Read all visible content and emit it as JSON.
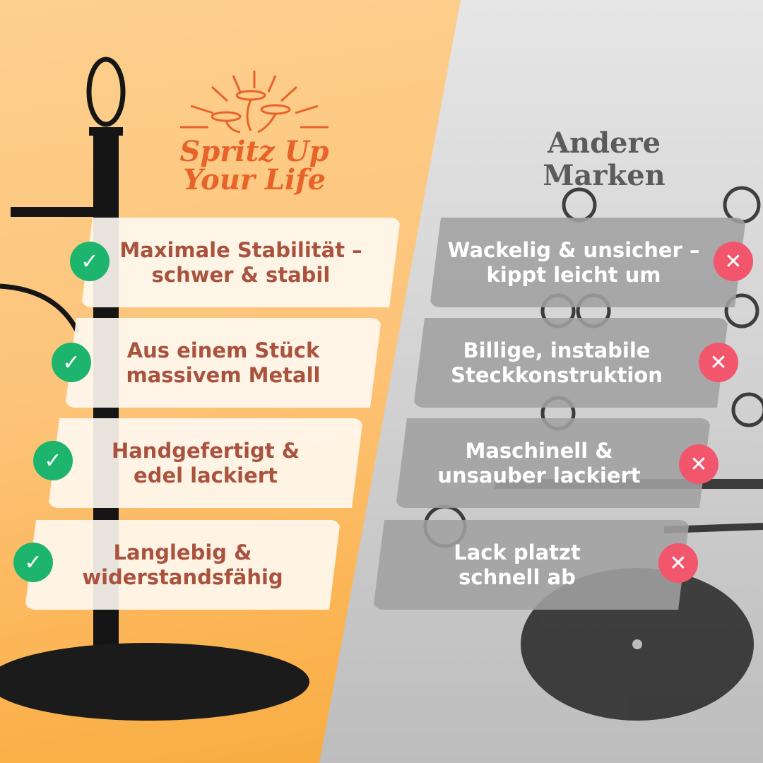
{
  "brand": {
    "logo_text_line1": "Spritz Up",
    "logo_text_line2": "Your Life"
  },
  "competitor": {
    "title_line1": "Andere",
    "title_line2": "Marken"
  },
  "pros": [
    {
      "line1": "Maximale Stabilität –",
      "line2": "schwer & stabil",
      "icon": "check-icon"
    },
    {
      "line1": "Aus einem Stück",
      "line2": "massivem Metall",
      "icon": "check-icon"
    },
    {
      "line1": "Handgefertigt &",
      "line2": "edel lackiert",
      "icon": "check-icon"
    },
    {
      "line1": "Langlebig &",
      "line2": "widerstandsfähig",
      "icon": "check-icon"
    }
  ],
  "cons": [
    {
      "line1": "Wackelig & unsicher –",
      "line2": "kippt leicht um",
      "icon": "x-icon"
    },
    {
      "line1": "Billige, instabile",
      "line2": "Steckkonstruktion",
      "icon": "x-icon"
    },
    {
      "line1": "Maschinell &",
      "line2": "unsauber lackiert",
      "icon": "x-icon"
    },
    {
      "line1": "Lack platzt",
      "line2": "schnell ab",
      "icon": "x-icon"
    }
  ],
  "colors": {
    "check": "#1db56e",
    "cross": "#f2566c",
    "pro_text": "#a9533f",
    "logo": "#e8632a"
  }
}
